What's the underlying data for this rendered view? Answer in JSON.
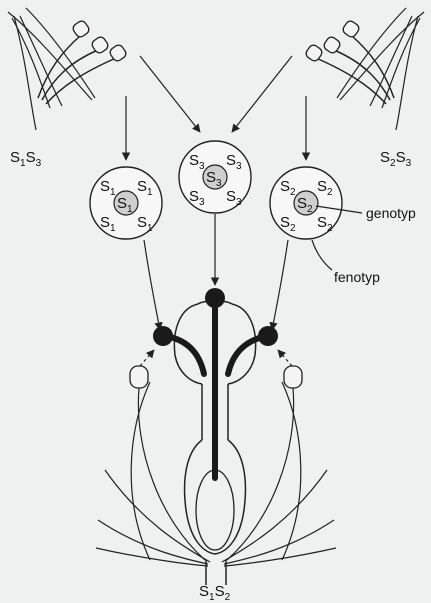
{
  "parents": {
    "left": {
      "base": "S",
      "subs": [
        "1",
        "3"
      ]
    },
    "right": {
      "base": "S",
      "subs": [
        "2",
        "3"
      ]
    },
    "bottom": {
      "base": "S",
      "subs": [
        "1",
        "2"
      ]
    }
  },
  "pollen_grains": [
    {
      "center": "1",
      "surround": "1"
    },
    {
      "center": "3",
      "surround": "3"
    },
    {
      "center": "2",
      "surround": "2"
    }
  ],
  "annotations": {
    "genotype": "genotyp",
    "phenotype": "fenotyp"
  },
  "symbol_letter": "S",
  "colors": {
    "ink": "#222222",
    "nucleus": "#cfcfcf",
    "background": "#eef1f0"
  }
}
